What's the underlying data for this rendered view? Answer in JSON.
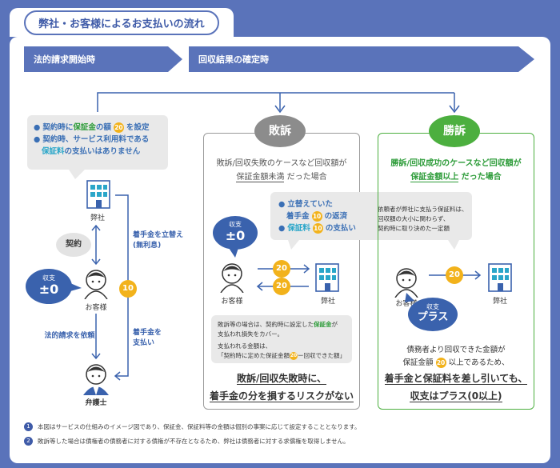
{
  "title": "弊社・お客様によるお支払いの流れ",
  "phases": {
    "left": "法的請求開始時",
    "right": "回収結果の確定時"
  },
  "left_note": {
    "line1_a": "契約時に",
    "line1_b": "保証金",
    "line1_c": "の額",
    "line1_coin": "20",
    "line1_d": "を設定",
    "line2_a": "契約時、サービス利用料である",
    "line3_a": "保証料",
    "line3_b": "の支払いはありません"
  },
  "company": "弊社",
  "client": "お客様",
  "lawyer": "弁護士",
  "contract": "契約",
  "legal_request": "法的請求を依頼",
  "fee_advance": "着手金を立替え\n(無利息)",
  "fee_payment": "着手金を\n支払い",
  "coin10": "10",
  "coin20": "20",
  "balance_label": "収支",
  "balance_zero": "±0",
  "balance_plus": "プラス",
  "lose": {
    "badge": "敗訴",
    "heading_a": "敗訴/回収失敗のケースなど回収額が",
    "heading_b": "保証金額未満",
    "heading_c": "だった場合",
    "note1_a": "立替えていた",
    "note1_b": "着手金",
    "note1_coin": "10",
    "note1_c": "の返済",
    "note2_a": "保証料",
    "note2_coin": "10",
    "note2_b": "の支払い",
    "detail1_a": "敗訴等の場合は、契約時に設定した",
    "detail1_b": "保証金",
    "detail1_c": "が",
    "detail2": "支払われ損失をカバー。",
    "detail3": "支払われる金額は、",
    "detail4_a": "「契約時に定めた保証金額",
    "detail4_coin": "20",
    "detail4_b": "ー回収できた額」",
    "bottom1": "敗訴/回収失敗時に、",
    "bottom2": "着手金の分を損するリスクがない"
  },
  "win": {
    "badge": "勝訴",
    "heading_a": "勝訴",
    "heading_b": "/回収成功のケースなど回収額が",
    "heading_c": "保証金額以上",
    "heading_d": "だった場合",
    "note1": "依頼者が弊社に支払う保証料は、",
    "note2": "回収額の大小に関わらず、",
    "note3": "契約時に取り決めた一定額",
    "bottom1": "債務者より回収できた金額が",
    "bottom2_a": "保証金額",
    "bottom2_coin": "20",
    "bottom2_b": "以上であるため、",
    "bottom3": "着手金と保証料を差し引いても、",
    "bottom4": "収支はプラス(0以上)"
  },
  "footnotes": [
    {
      "n": "1",
      "text": "本図はサービスの仕組みのイメージ図であり、保証金、保証料等の金額は個別の事案に応じて設定することとなります。"
    },
    {
      "n": "2",
      "text": "敗訴等した場合は債権者の債務者に対する債権が不存在となるため、弊社は債務者に対する求償権を取得しません。"
    }
  ],
  "colors": {
    "navy": "#5a73ba",
    "accent_blue": "#3a62ad",
    "coin": "#f2b21b",
    "green": "#4caf3f",
    "grey": "#8c8c8c"
  }
}
